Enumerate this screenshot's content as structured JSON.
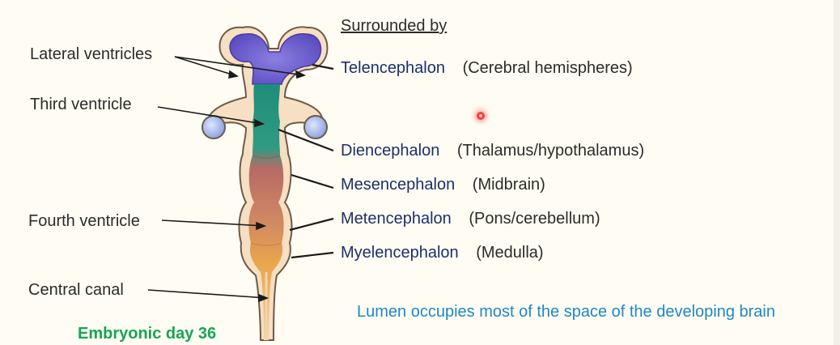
{
  "labels_left": {
    "lateral": "Lateral ventricles",
    "third": "Third ventricle",
    "fourth": "Fourth ventricle",
    "central": "Central canal"
  },
  "heading": "Surrounded by",
  "regions": [
    {
      "name": "Telencephalon",
      "desc": "(Cerebral hemispheres)"
    },
    {
      "name": "Diencephalon",
      "desc": "(Thalamus/hypothalamus)"
    },
    {
      "name": "Mesencephalon",
      "desc": "(Midbrain)"
    },
    {
      "name": "Metencephalon",
      "desc": "(Pons/cerebellum)"
    },
    {
      "name": "Myelencephalon",
      "desc": "(Medulla)"
    }
  ],
  "note": "Lumen occupies most of the space of the developing brain",
  "caption": "Embryonic day 36",
  "colors": {
    "region_text": "#1c2f6b",
    "note_text": "#1f86c7",
    "caption_text": "#17a456",
    "telencephalon": "#7f72d6",
    "diencephalon": "#1f8d7a",
    "mesencephalon": "#c4786c",
    "metencephalon": "#e6a24e",
    "myelencephalon": "#e8b07a",
    "wall": "#f6dfc2"
  }
}
